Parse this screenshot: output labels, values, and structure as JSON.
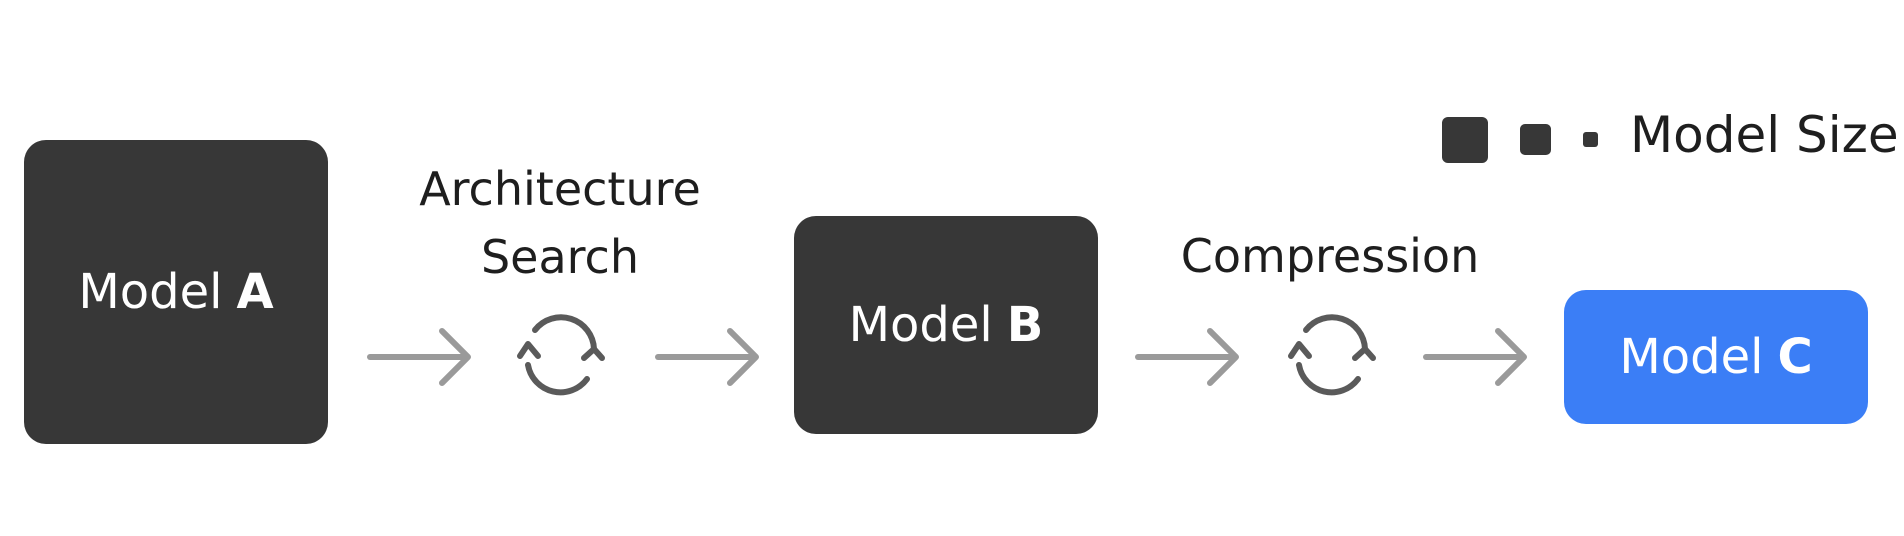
{
  "colors": {
    "dark": "#373737",
    "accent": "#3b7ef6",
    "arrow": "#9a9a9a",
    "cycle": "#5a5a5a"
  },
  "nodes": [
    {
      "prefix": "Model",
      "letter": "A"
    },
    {
      "prefix": "Model",
      "letter": "B"
    },
    {
      "prefix": "Model",
      "letter": "C"
    }
  ],
  "steps": [
    {
      "line1": "Architecture",
      "line2": "Search"
    },
    {
      "line1": "Compression"
    }
  ],
  "legend": {
    "label": "Model Size"
  }
}
